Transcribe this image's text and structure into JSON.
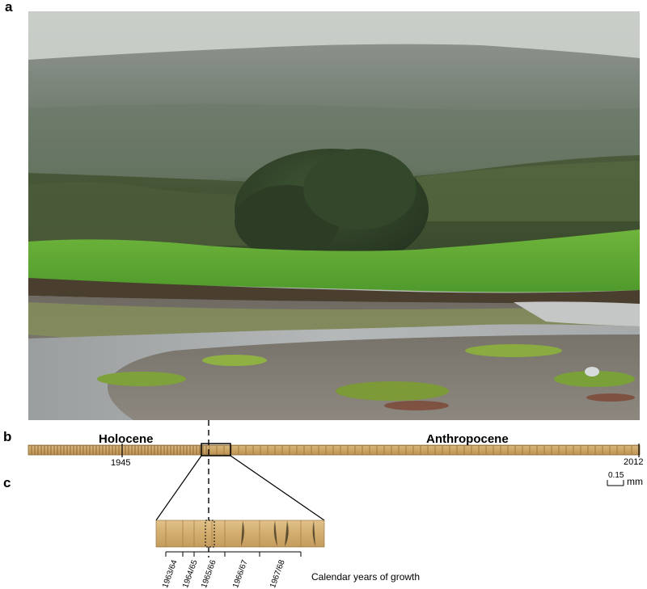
{
  "panels": {
    "a": "a",
    "b": "b",
    "c": "c"
  },
  "core": {
    "eras": {
      "left": "Holocene",
      "right": "Anthropocene"
    },
    "year_marks": {
      "start": "1945",
      "end": "2012"
    }
  },
  "scale_bar": {
    "value": "0.15",
    "unit": "mm"
  },
  "zoom": {
    "growth_years": [
      "1963/64",
      "1964/65",
      "1965/66",
      "1966/67",
      "1967/68"
    ],
    "caption": "Calendar years of growth"
  }
}
